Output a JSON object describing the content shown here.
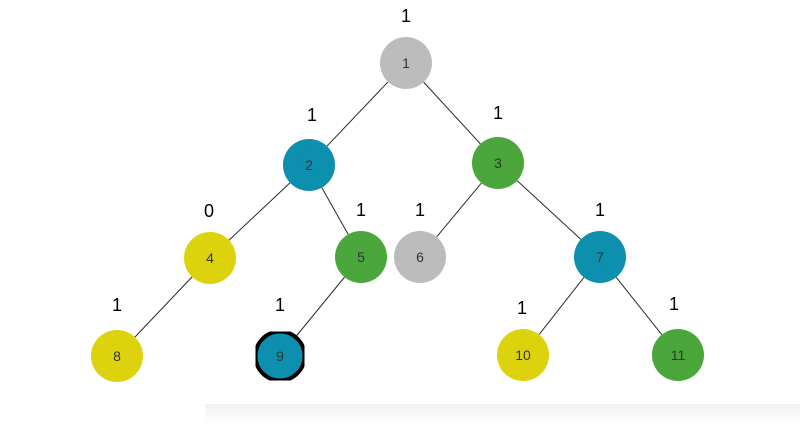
{
  "colors": {
    "gray": "#c4c4c4",
    "blue": "#1596b6",
    "green": "#4fae3f",
    "yellow": "#e6dc14",
    "edge": "#2b2b2b",
    "highlight_border": "#111111"
  },
  "nodes": [
    {
      "id": "1",
      "label": "1",
      "value": "1",
      "color": "gray"
    },
    {
      "id": "2",
      "label": "2",
      "value": "1",
      "color": "blue"
    },
    {
      "id": "3",
      "label": "3",
      "value": "1",
      "color": "green"
    },
    {
      "id": "4",
      "label": "4",
      "value": "0",
      "color": "yellow"
    },
    {
      "id": "5",
      "label": "5",
      "value": "1",
      "color": "green"
    },
    {
      "id": "6",
      "label": "6",
      "value": "1",
      "color": "gray"
    },
    {
      "id": "7",
      "label": "7",
      "value": "1",
      "color": "blue"
    },
    {
      "id": "8",
      "label": "8",
      "value": "1",
      "color": "yellow"
    },
    {
      "id": "9",
      "label": "9",
      "value": "1",
      "color": "blue",
      "highlighted": true
    },
    {
      "id": "10",
      "label": "10",
      "value": "1",
      "color": "yellow"
    },
    {
      "id": "11",
      "label": "11",
      "value": "1",
      "color": "green"
    }
  ],
  "edges": [
    [
      "1",
      "2"
    ],
    [
      "1",
      "3"
    ],
    [
      "2",
      "4"
    ],
    [
      "2",
      "5"
    ],
    [
      "3",
      "6"
    ],
    [
      "3",
      "7"
    ],
    [
      "4",
      "8"
    ],
    [
      "5",
      "9"
    ],
    [
      "7",
      "10"
    ],
    [
      "7",
      "11"
    ]
  ]
}
